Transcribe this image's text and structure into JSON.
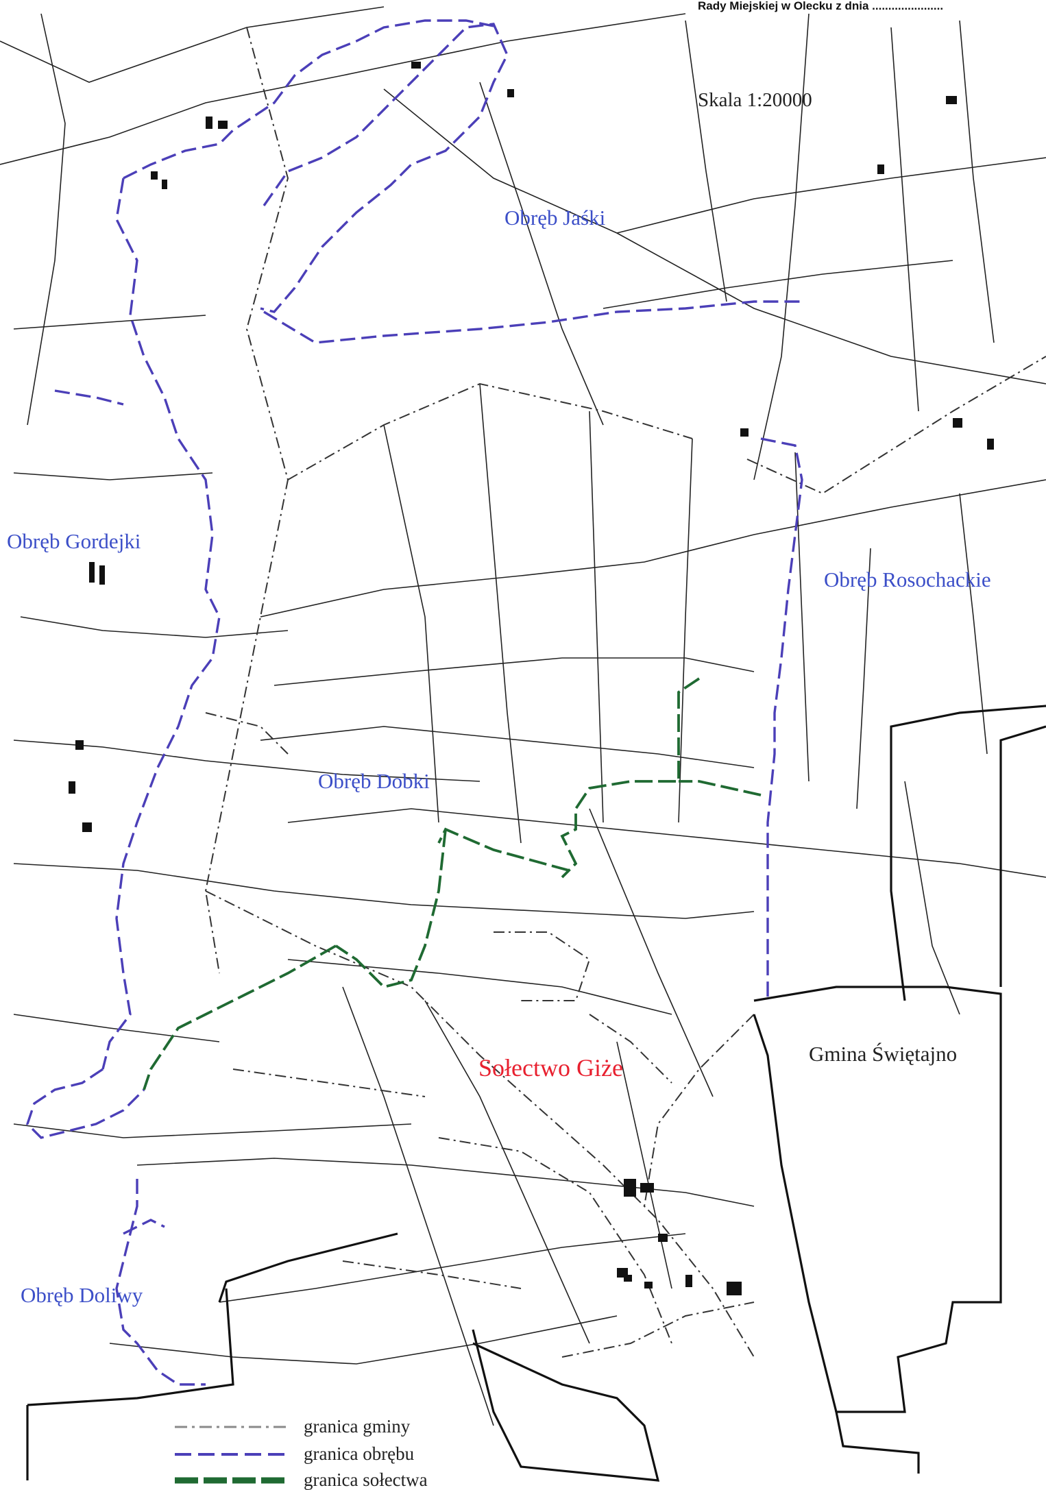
{
  "header": {
    "text": "Rady Miejskiej w Olecku z dnia ......................"
  },
  "scale": {
    "text": "Skala 1:20000"
  },
  "labels": {
    "jaski": "Obręb Jaśki",
    "gordejki": "Obręb Gordejki",
    "rosochackie": "Obręb Rosochackie",
    "dobki": "Obręb Dobki",
    "doliwy": "Obręb Doliwy",
    "solectwo": "Sołectwo Giże",
    "gmina": "Gmina Świętajno"
  },
  "legend": {
    "items": [
      {
        "text": "granica gminy",
        "color": "#8a8a8a",
        "style": "dash-dot"
      },
      {
        "text": "granica obrębu",
        "color": "#4b3fb8",
        "style": "dashed"
      },
      {
        "text": "granica sołectwa",
        "color": "#1f6a32",
        "style": "thick-dashed"
      }
    ]
  },
  "colors": {
    "obreb_boundary": "#4b3fb8",
    "solectwo_boundary": "#1f6a32",
    "gmina_boundary": "#8a8a8a",
    "map_lines": "#222222",
    "obreb_label": "#3c4fc8",
    "solectwo_label": "#e8202f"
  }
}
